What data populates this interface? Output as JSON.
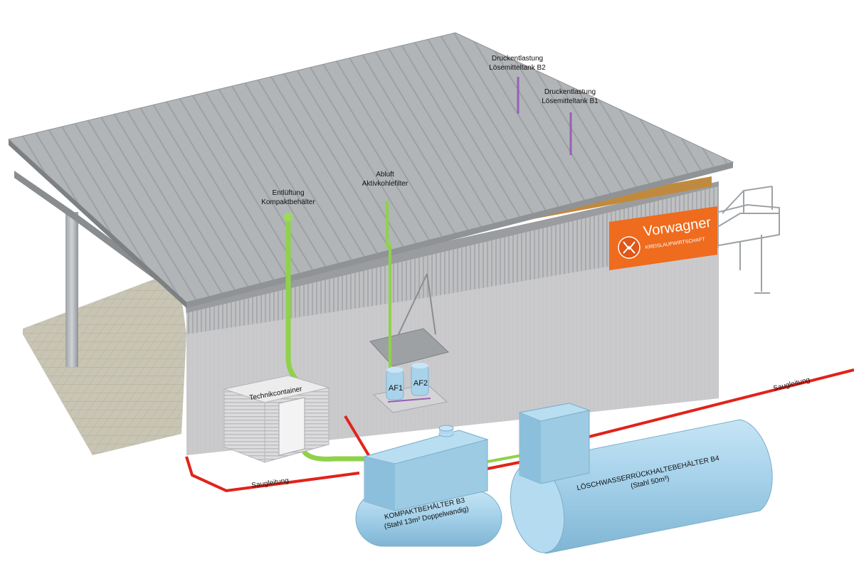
{
  "labels": {
    "entlueftung_line1": "Entlüftung",
    "entlueftung_line2": "Kompaktbehälter",
    "abluft_line1": "Abluft",
    "abluft_line2": "Aktivkohlefilter",
    "druck_b2_line1": "Druckentlastung",
    "druck_b2_line2": "Lösemitteltank B2",
    "druck_b1_line1": "Druckentlastung",
    "druck_b1_line2": "Lösemitteltank B1",
    "technikcontainer": "Technikcontainer",
    "af1": "AF1",
    "af2": "AF2",
    "saugleitung_left": "Saugleitung",
    "saugleitung_right": "Saugleitung",
    "b3_line1": "KOMPAKTBEHÄLTER  B3",
    "b3_line2": "(Stahl 13m³ Doppelwandig)",
    "b4_line1": "LÖSCHWASSERRÜCKHALTEBEHÄLTER  B4",
    "b4_line2": "(Stahl 50m³)"
  },
  "logo": {
    "brand": "Vorwagner",
    "tagline": "KREISLAUFWIRTSCHAFT"
  },
  "colors": {
    "roof": "#aeb2b4",
    "wall": "#c9c9cb",
    "tank": "#a9d3ea",
    "green_pipe": "#8fd24a",
    "red_pipe": "#e1231b",
    "purple_pipe": "#9a5fb7",
    "logo_bg": "#ef6b1e"
  }
}
